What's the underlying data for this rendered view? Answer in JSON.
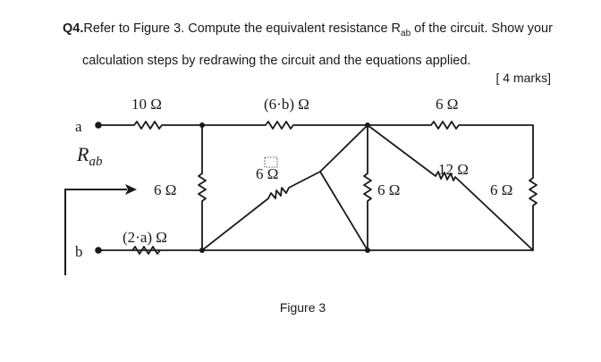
{
  "question": {
    "number": "Q4.",
    "text_pre": "Refer to Figure 3.  Compute the equivalent resistance R",
    "text_sub": "ab",
    "text_post": " of the circuit. Show your calculation steps by redrawing the circuit and the equations applied.",
    "marks": "[ 4 marks]"
  },
  "figure": {
    "caption": "Figure 3",
    "terminal_a": "a",
    "terminal_b": "b",
    "rab_main": "R",
    "rab_sub": "ab",
    "resistors": {
      "top_left": "10 Ω",
      "top_middle": "(6·b) Ω",
      "top_right": "6 Ω",
      "left_vertical": "6 Ω",
      "bottom_left": "(2·a) Ω",
      "diagonal_left": "6 Ω",
      "middle_vertical": "6 Ω",
      "diagonal_right": "12 Ω",
      "right_vertical": "6 Ω"
    }
  },
  "colors": {
    "ink": "#1a1a1a",
    "background": "#ffffff"
  }
}
